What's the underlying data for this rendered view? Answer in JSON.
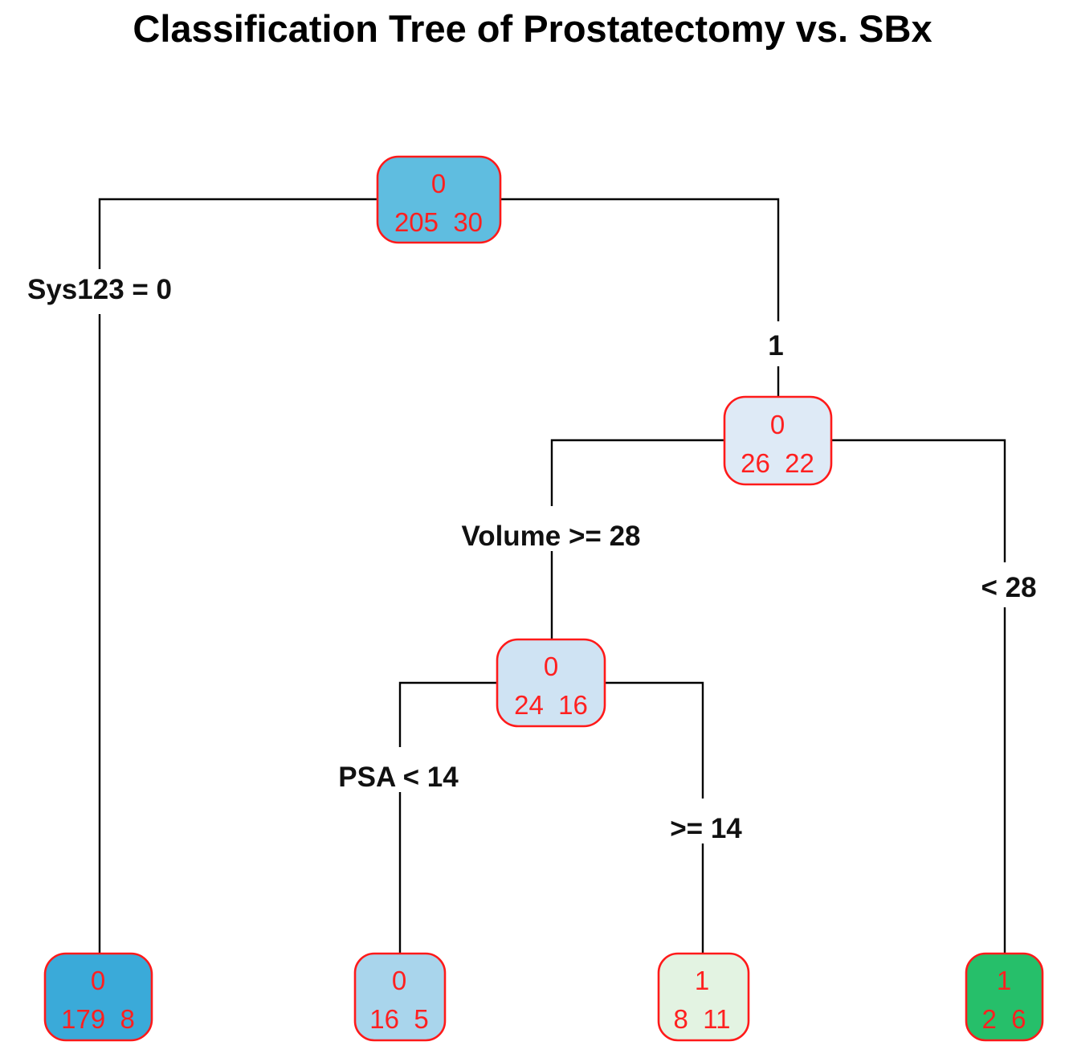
{
  "title": "Classification Tree of Prostatectomy vs. SBx",
  "nodes": [
    {
      "id": "root",
      "class": "0",
      "counts": "205  30",
      "fill": "#5fbde0"
    },
    {
      "id": "n-sys1",
      "class": "0",
      "counts": "26  22",
      "fill": "#deeaf6"
    },
    {
      "id": "n-vol",
      "class": "0",
      "counts": "24  16",
      "fill": "#cfe3f3"
    },
    {
      "id": "leaf-sys0",
      "class": "0",
      "counts": "179  8",
      "fill": "#3aaad9"
    },
    {
      "id": "leaf-psa-lt",
      "class": "0",
      "counts": "16  5",
      "fill": "#a9d5ec"
    },
    {
      "id": "leaf-psa-ge",
      "class": "1",
      "counts": "8  11",
      "fill": "#e3f3e2"
    },
    {
      "id": "leaf-vol-lt",
      "class": "1",
      "counts": "2  6",
      "fill": "#26bf6a"
    }
  ],
  "splits": [
    {
      "id": "sys0",
      "text": "Sys123 = 0"
    },
    {
      "id": "sys1",
      "text": "1"
    },
    {
      "id": "vol-ge",
      "text": "Volume >= 28"
    },
    {
      "id": "vol-lt",
      "text": "< 28"
    },
    {
      "id": "psa-lt",
      "text": "PSA < 14"
    },
    {
      "id": "psa-ge",
      "text": ">= 14"
    }
  ]
}
